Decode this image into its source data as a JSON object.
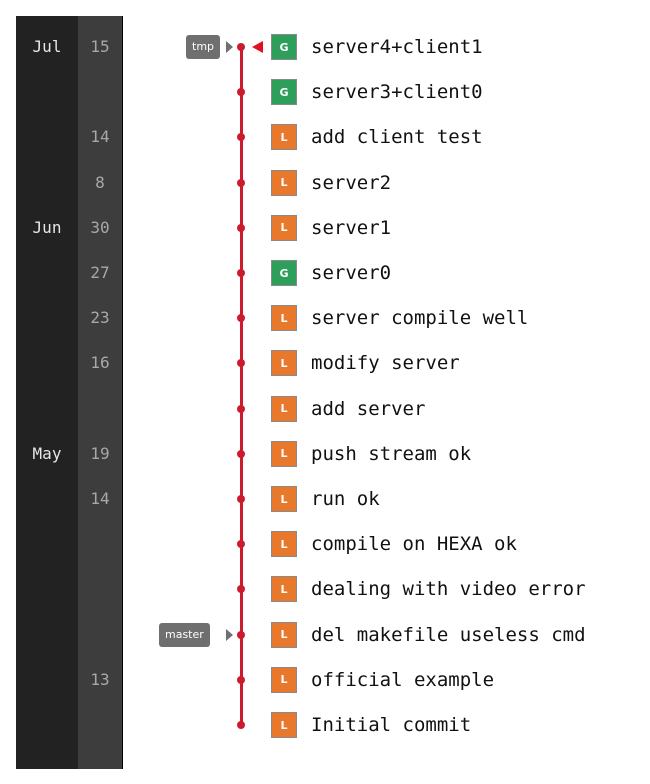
{
  "timeline": {
    "months": [
      "Jul",
      "",
      "",
      "",
      "Jun",
      "",
      "",
      "",
      "",
      "May",
      "",
      "",
      "",
      "",
      "",
      ""
    ],
    "days": [
      "15",
      "",
      "14",
      "8",
      "30",
      "27",
      "23",
      "16",
      "",
      "19",
      "14",
      "",
      "",
      "",
      "13",
      ""
    ]
  },
  "refs": {
    "tmp": "tmp",
    "master": "master"
  },
  "commits": [
    {
      "message": "server4+client1",
      "icon": "G",
      "kind": "gist"
    },
    {
      "message": "server3+client0",
      "icon": "G",
      "kind": "gist"
    },
    {
      "message": "add client test",
      "icon": "L",
      "kind": "local"
    },
    {
      "message": "server2",
      "icon": "L",
      "kind": "local"
    },
    {
      "message": "server1",
      "icon": "L",
      "kind": "local"
    },
    {
      "message": "server0",
      "icon": "G",
      "kind": "gist"
    },
    {
      "message": "server compile well",
      "icon": "L",
      "kind": "local"
    },
    {
      "message": "modify server",
      "icon": "L",
      "kind": "local"
    },
    {
      "message": "add server",
      "icon": "L",
      "kind": "local"
    },
    {
      "message": "push stream ok",
      "icon": "L",
      "kind": "local"
    },
    {
      "message": "run ok",
      "icon": "L",
      "kind": "local"
    },
    {
      "message": "compile on HEXA ok",
      "icon": "L",
      "kind": "local"
    },
    {
      "message": "dealing with video error",
      "icon": "L",
      "kind": "local"
    },
    {
      "message": "del makefile useless cmd",
      "icon": "L",
      "kind": "local"
    },
    {
      "message": "official example",
      "icon": "L",
      "kind": "local"
    },
    {
      "message": "Initial commit",
      "icon": "L",
      "kind": "local"
    }
  ],
  "colors": {
    "graph_line": "#cc1a2e",
    "local_badge": "#e8782b",
    "gist_badge": "#2e9e5b"
  }
}
